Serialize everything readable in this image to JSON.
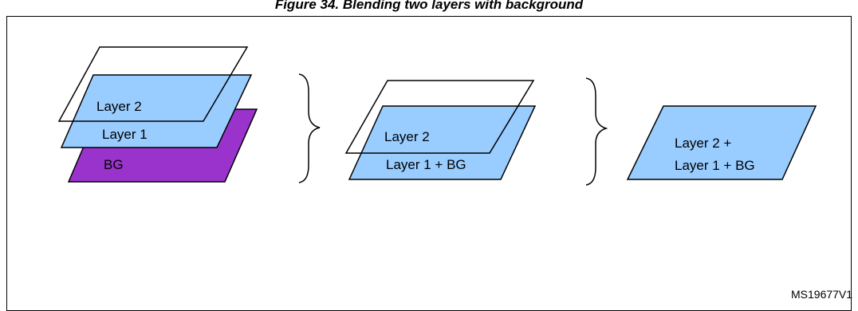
{
  "figure": {
    "title": "Figure 34. Blending two layers with background",
    "reference": "MS19677V1"
  },
  "stage1": {
    "layer2_label": "Layer 2",
    "layer1_label": "Layer 1",
    "bg_label": "BG"
  },
  "stage2": {
    "layer2_label": "Layer 2",
    "layer1_bg_label": "Layer 1 + BG"
  },
  "stage3": {
    "line1": "Layer 2 +",
    "line2": "Layer 1 + BG"
  },
  "colors": {
    "layer_fill": "#99ccff",
    "bg_fill": "#9933cc",
    "outline": "#000000"
  }
}
